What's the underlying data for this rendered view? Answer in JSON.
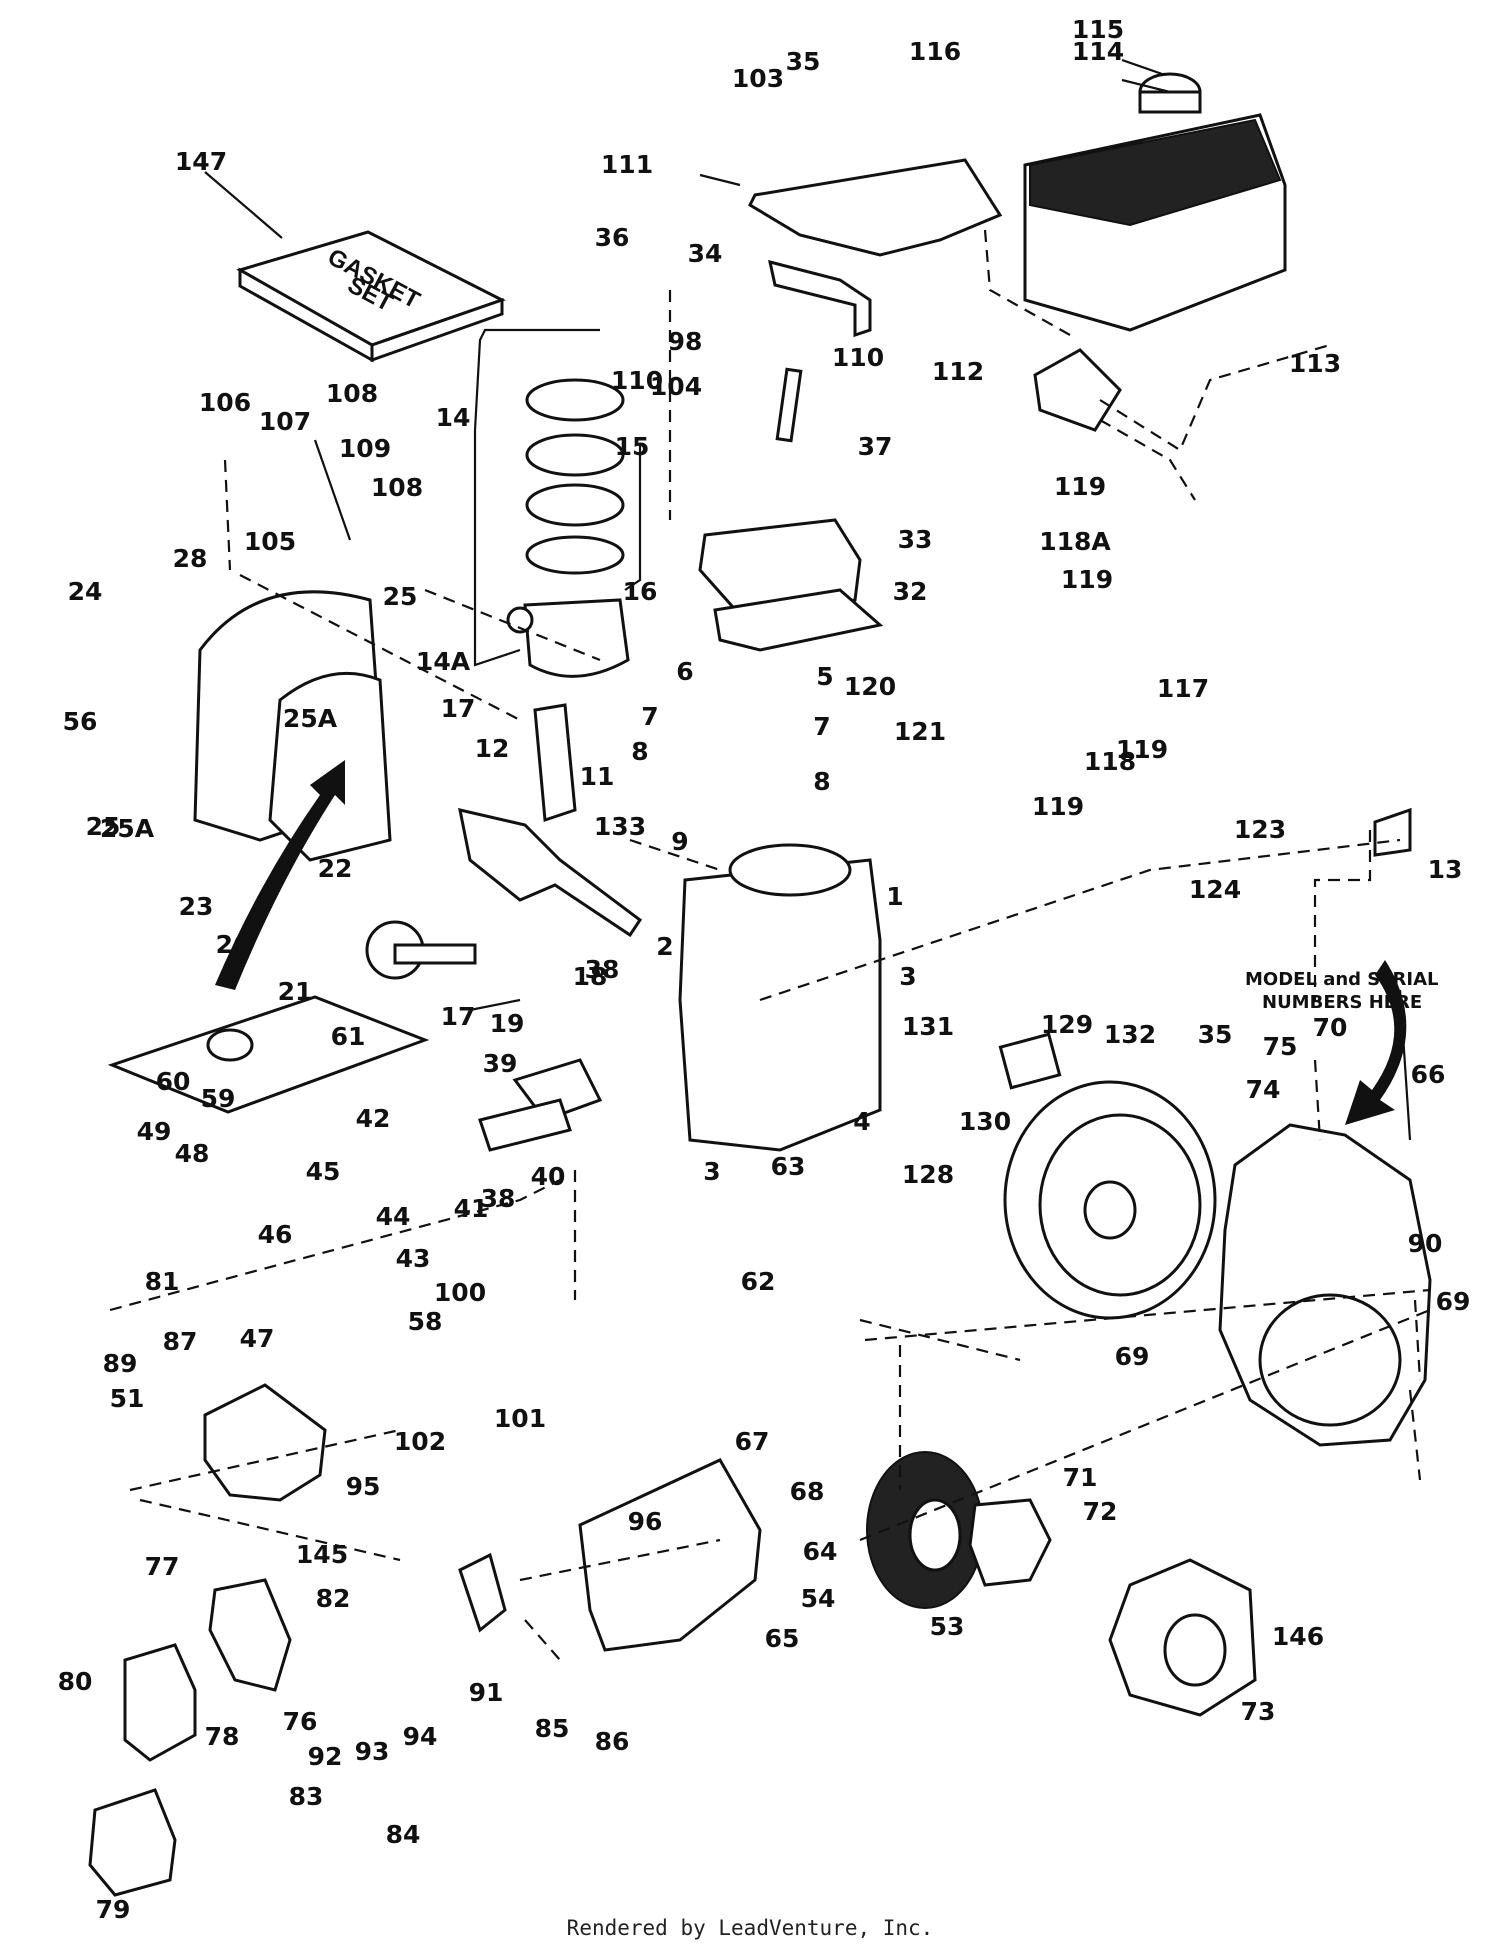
{
  "parts": [
    "1",
    "2",
    "3",
    "3",
    "4",
    "5",
    "6",
    "7",
    "7",
    "8",
    "8",
    "9",
    "11",
    "12",
    "13",
    "14",
    "14A",
    "15",
    "16",
    "17",
    "17",
    "18",
    "19",
    "21",
    "22",
    "23",
    "24",
    "25",
    "25",
    "25A",
    "25A",
    "26",
    "28",
    "32",
    "33",
    "34",
    "35",
    "35",
    "36",
    "37",
    "38",
    "38",
    "39",
    "40",
    "41",
    "42",
    "43",
    "44",
    "45",
    "46",
    "47",
    "48",
    "49",
    "51",
    "53",
    "54",
    "56",
    "58",
    "59",
    "60",
    "61",
    "62",
    "63",
    "64",
    "65",
    "66",
    "67",
    "68",
    "69",
    "69",
    "70",
    "71",
    "72",
    "73",
    "74",
    "75",
    "76",
    "77",
    "78",
    "79",
    "80",
    "81",
    "82",
    "83",
    "84",
    "85",
    "86",
    "87",
    "89",
    "90",
    "91",
    "92",
    "93",
    "94",
    "95",
    "96",
    "98",
    "100",
    "101",
    "102",
    "103",
    "104",
    "105",
    "106",
    "107",
    "108",
    "108",
    "109",
    "110",
    "110",
    "111",
    "112",
    "113",
    "114",
    "115",
    "116",
    "117",
    "118",
    "118A",
    "119",
    "119",
    "119",
    "119",
    "120",
    "121",
    "123",
    "124",
    "128",
    "129",
    "130",
    "131",
    "132",
    "133",
    "145",
    "146",
    "147"
  ],
  "gasket_label_line1": "GASKET",
  "gasket_label_line2": "SET",
  "model_note_line1": "MODEL and SERIAL",
  "model_note_line2": "NUMBERS HERE",
  "footer": "Rendered by LeadVenture, Inc."
}
